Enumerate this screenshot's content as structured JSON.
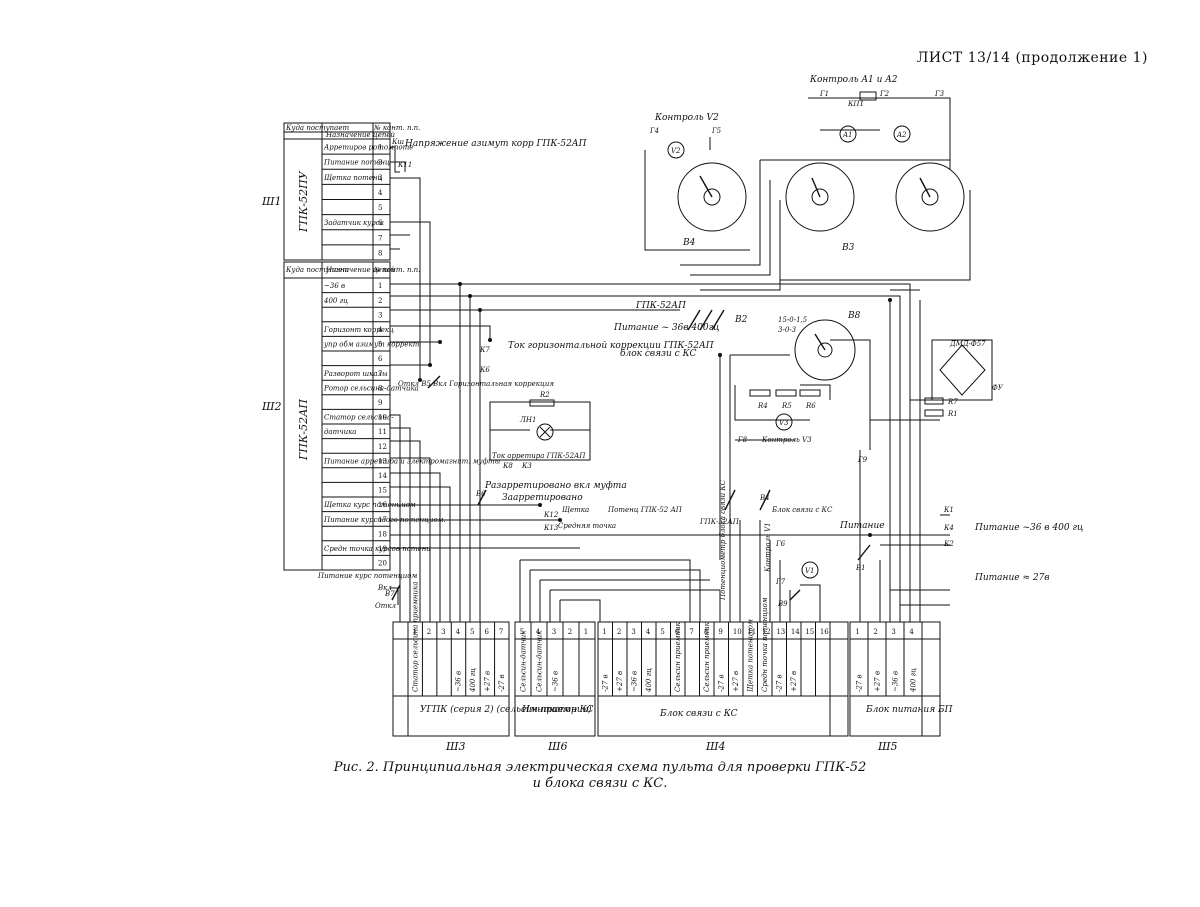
{
  "sheet_header": "ЛИСТ 13/14 (продолжение 1)",
  "caption": {
    "line1": "Рис. 2. Принципиальная электрическая схема пульта для проверки ГПК-52",
    "line2": "и блока связи с КС."
  },
  "connectors": {
    "sh1": {
      "name": "Ш1",
      "title": "ГПК-52ПУ",
      "hdr": [
        "Куда поступает",
        "Назначение цепей",
        "№ конт. п.п."
      ],
      "rows": [
        {
          "n": "1",
          "label": "Арретиров ротомпоте"
        },
        {
          "n": "2",
          "label": "Питание потенц"
        },
        {
          "n": "3",
          "label": "Щетка потенц"
        },
        {
          "n": "4",
          "label": ""
        },
        {
          "n": "5",
          "label": ""
        },
        {
          "n": "6",
          "label": "Задатчик курса"
        },
        {
          "n": "7",
          "label": ""
        },
        {
          "n": "8",
          "label": ""
        }
      ]
    },
    "sh2": {
      "name": "Ш2",
      "title": "ГПК-52АП",
      "hdr": [
        "Куда поступает",
        "Назначение цепей",
        "№ конт. п.п."
      ],
      "rows": [
        {
          "n": "1",
          "label": "~36 в"
        },
        {
          "n": "2",
          "label": "400 гц"
        },
        {
          "n": "3",
          "label": ""
        },
        {
          "n": "4",
          "label": "Горизонт коррекц"
        },
        {
          "n": "5",
          "label": "упр обм азимут коррект"
        },
        {
          "n": "6",
          "label": ""
        },
        {
          "n": "7",
          "label": "Разворот шкалы"
        },
        {
          "n": "8",
          "label": "Ротор сельсина-датчика"
        },
        {
          "n": "9",
          "label": ""
        },
        {
          "n": "10",
          "label": "Статор сельсина-"
        },
        {
          "n": "11",
          "label": "датчика"
        },
        {
          "n": "12",
          "label": ""
        },
        {
          "n": "13",
          "label": "Питание арретира и электромагнит. муфты"
        },
        {
          "n": "14",
          "label": ""
        },
        {
          "n": "15",
          "label": ""
        },
        {
          "n": "16",
          "label": "Щетка курс потенциом"
        },
        {
          "n": "17",
          "label": "Питание курсового потенциом."
        },
        {
          "n": "18",
          "label": ""
        },
        {
          "n": "19",
          "label": "Средн точка курсов потенц"
        },
        {
          "n": "20",
          "label": ""
        }
      ]
    },
    "sh3": {
      "name": "Ш3",
      "title": "УГПК (серия 2) (сельсин-приемник)",
      "cols": [
        {
          "n": "1",
          "label": "Статор сельсина приемника"
        },
        {
          "n": "2",
          "label": ""
        },
        {
          "n": "3",
          "label": ""
        },
        {
          "n": "4",
          "label": "~36 в"
        },
        {
          "n": "5",
          "label": "400 гц"
        },
        {
          "n": "6",
          "label": "+27 в"
        },
        {
          "n": "7",
          "label": "-27 в"
        }
      ]
    },
    "sh6": {
      "name": "Ш6",
      "title": "Имитатор КС",
      "cols": [
        {
          "n": "5",
          "label": "Сельсин-датчик"
        },
        {
          "n": "4",
          "label": "Сельсин-датчик"
        },
        {
          "n": "3",
          "label": "~36 в"
        },
        {
          "n": "2",
          "label": ""
        },
        {
          "n": "1",
          "label": ""
        }
      ]
    },
    "sh4": {
      "name": "Ш4",
      "title": "Блок связи с КС",
      "cols": [
        {
          "n": "1",
          "label": "-27 в"
        },
        {
          "n": "2",
          "label": "+27 в"
        },
        {
          "n": "3",
          "label": "~36 в"
        },
        {
          "n": "4",
          "label": "400 гц"
        },
        {
          "n": "5",
          "label": ""
        },
        {
          "n": "6",
          "label": "Сельсин приемник"
        },
        {
          "n": "7",
          "label": ""
        },
        {
          "n": "8",
          "label": "Сельсин приемник"
        },
        {
          "n": "9",
          "label": "-27 в"
        },
        {
          "n": "10",
          "label": "+27 в"
        },
        {
          "n": "11",
          "label": "Щетка потенциом"
        },
        {
          "n": "12",
          "label": "Средн точка потенциом"
        },
        {
          "n": "13",
          "label": "-27 в"
        },
        {
          "n": "14",
          "label": "+27 в"
        },
        {
          "n": "15",
          "label": ""
        },
        {
          "n": "16",
          "label": ""
        }
      ]
    },
    "sh5": {
      "name": "Ш5",
      "title": "Блок питания БП",
      "cols": [
        {
          "n": "1",
          "label": "-27 в"
        },
        {
          "n": "2",
          "label": "+27 в"
        },
        {
          "n": "3",
          "label": "~36 в"
        },
        {
          "n": "4",
          "label": "400 гц"
        }
      ]
    },
    "row_hdr": {
      "purpose": "Назначен цепей",
      "dest": "Куда поступ."
    }
  },
  "labels": {
    "voltage_azimuth": "Напряжение азимут корр ГПК-52АП",
    "k_ii": "Кш",
    "k_ii2": "К11",
    "control_v2": "Контроль V2",
    "control_a": "Контроль A1 и A2",
    "kp1": "КП1",
    "g1": "Г1",
    "g2": "Г2",
    "g3": "Г3",
    "g4": "Г4",
    "g5": "Г5",
    "v2": "V2",
    "a1": "A1",
    "a2": "A2",
    "b4": "В4",
    "b3": "В3",
    "b8": "В8",
    "b2": "В2",
    "gpk52ap": "ГПК-52АП",
    "pitanie": "Питание ~ 36в 400гц",
    "blok": "блок связи с КС",
    "tok_gor": "Ток горизонтальной коррекции ГПК-52АП",
    "k7": "К7",
    "k6": "К6",
    "r2": "R2",
    "lh1": "ЛН1",
    "tok_arr": "Ток арретира ГПК-52АП",
    "k8": "К8",
    "k3": "К3",
    "razarr": "Разарретировано вкл муфта",
    "zaarr": "Заарретировано",
    "b6": "В6",
    "otkl": "Откл В5 Вкл Горизонтальная коррекция",
    "k12": "К12",
    "k13": "К13",
    "shchetka": "Щетка",
    "srednyaya": "Средняя точка",
    "poten": "Потенц ГПК-52 АП",
    "gpk_ap2": "ГПК-52АП",
    "blok2": "Блок связи с КС",
    "b9": "В9",
    "r4": "R4",
    "r5": "R5",
    "r6": "R6",
    "v3": "V3",
    "control_v3": "Контроль V3",
    "g8": "Г8",
    "g9": "Г9",
    "ddz": "ДМД-Ф57",
    "fu": "ФУ",
    "r1": "R1",
    "r7": "R7",
    "pitanie2": "Питание",
    "b1": "В1",
    "k1": "К1",
    "k4": "К4",
    "k2": "К2",
    "pit36": "Питание ~36 в 400 гц",
    "pit27": "Питание ≈ 27в",
    "b7": "В7",
    "pit_kurs": "Питание курс потенциом",
    "vkl": "Вкл",
    "otkl2": "Откл",
    "v1": "V1",
    "g6": "Г6",
    "g7": "Г7",
    "control_v1": "Контроль V1",
    "pot_blok": "Потенциометр блока связи КС",
    "b15_0": "15-0-1,5",
    "b3_0": "3-0-3"
  }
}
